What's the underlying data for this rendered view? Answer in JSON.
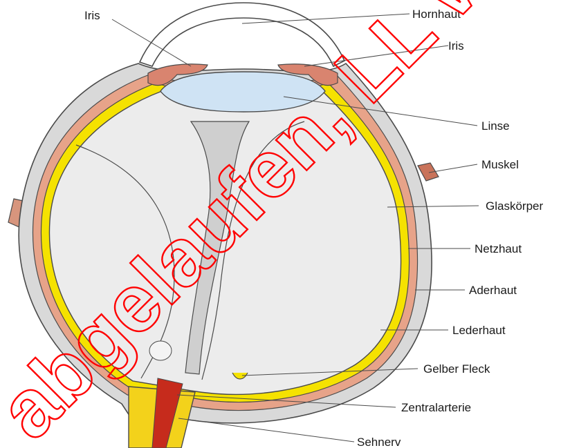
{
  "labels": {
    "iris_left": "Iris",
    "hornhaut": "Hornhaut",
    "iris_right": "Iris",
    "linse": "Linse",
    "muskel": "Muskel",
    "glaskoerper": "Glaskörper",
    "netzhaut": "Netzhaut",
    "aderhaut": "Aderhaut",
    "lederhaut": "Lederhaut",
    "gelber_fleck": "Gelber Fleck",
    "zentralarterie": "Zentralarterie",
    "sehnerv": "Sehnerv"
  },
  "watermark": "abgelaufen, LL wird Z.z.",
  "colors": {
    "sclera": "#d9d9d9",
    "outline": "#4a4a4a",
    "choroid": "#e7a389",
    "retina": "#f5e200",
    "vitreous": "#ececec",
    "lens": "#cfe3f4",
    "artery": "#c62b1c",
    "nerve": "#f3d21b",
    "iris": "#d9846f",
    "watermark": "#ff0000"
  }
}
